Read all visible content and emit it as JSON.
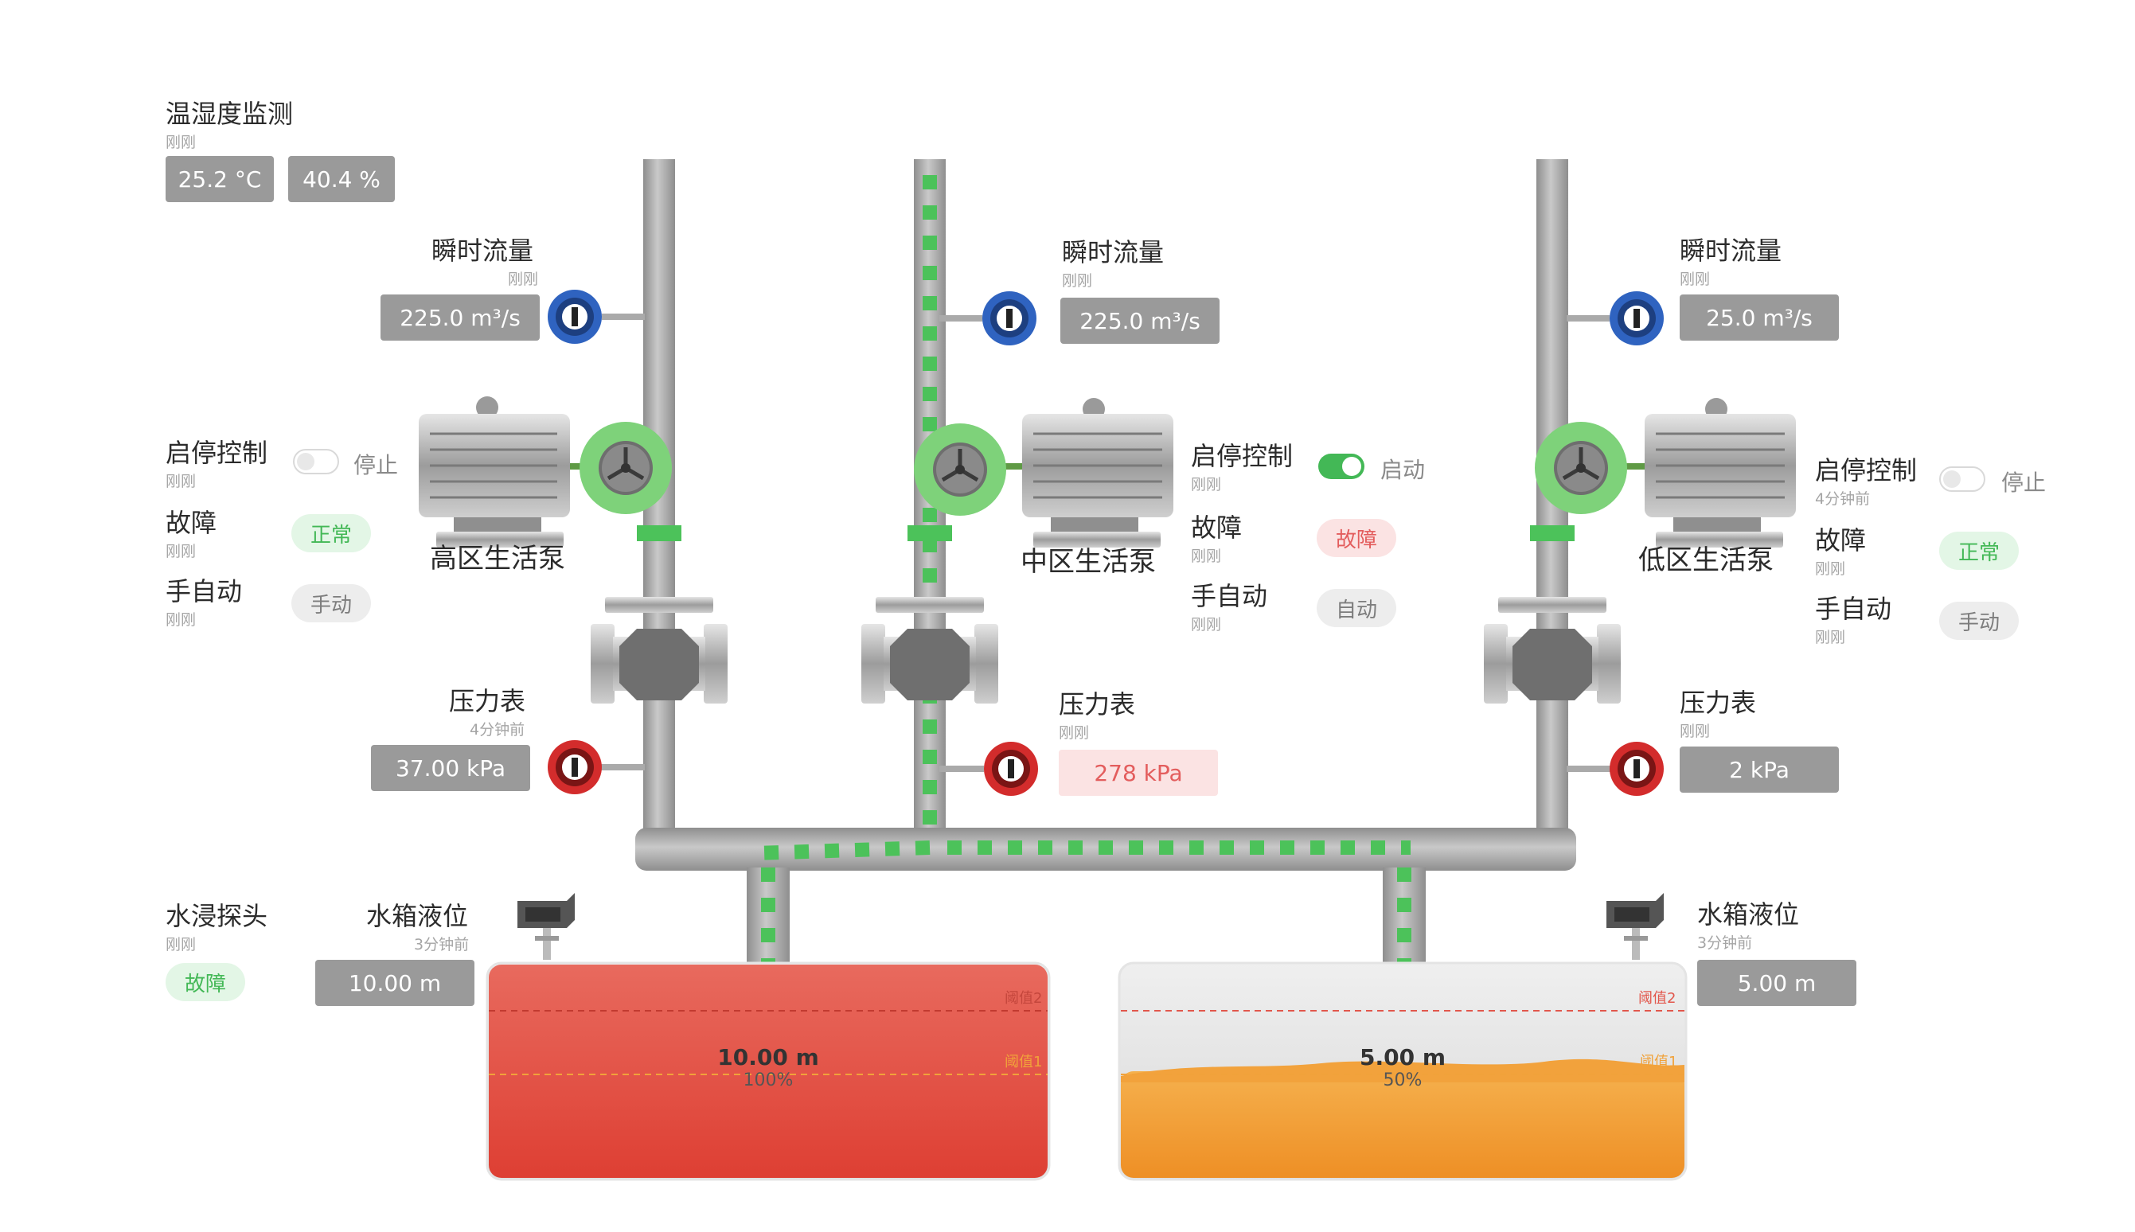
{
  "env": {
    "title": "温湿度监测",
    "time": "刚刚",
    "temperature": "25.2 °C",
    "humidity": "40.4 %"
  },
  "flow": [
    {
      "title": "瞬时流量",
      "time": "刚刚",
      "value": "225.0 m³/s"
    },
    {
      "title": "瞬时流量",
      "time": "刚刚",
      "value": "225.0 m³/s"
    },
    {
      "title": "瞬时流量",
      "time": "刚刚",
      "value": "25.0 m³/s"
    }
  ],
  "pumps": [
    {
      "name": "高区生活泵",
      "control_title": "启停控制",
      "control_time": "刚刚",
      "control_state": "停止",
      "running": false,
      "fault_title": "故障",
      "fault_time": "刚刚",
      "fault_value": "正常",
      "mode_title": "手自动",
      "mode_time": "刚刚",
      "mode_value": "手动"
    },
    {
      "name": "中区生活泵",
      "control_title": "启停控制",
      "control_time": "刚刚",
      "control_state": "启动",
      "running": true,
      "fault_title": "故障",
      "fault_time": "刚刚",
      "fault_value": "故障",
      "mode_title": "手自动",
      "mode_time": "刚刚",
      "mode_value": "自动"
    },
    {
      "name": "低区生活泵",
      "control_title": "启停控制",
      "control_time": "4分钟前",
      "control_state": "停止",
      "running": false,
      "fault_title": "故障",
      "fault_time": "刚刚",
      "fault_value": "正常",
      "mode_title": "手自动",
      "mode_time": "刚刚",
      "mode_value": "手动"
    }
  ],
  "pressure": [
    {
      "title": "压力表",
      "time": "4分钟前",
      "value": "37.00 kPa"
    },
    {
      "title": "压力表",
      "time": "刚刚",
      "value": "278 kPa"
    },
    {
      "title": "压力表",
      "time": "刚刚",
      "value": "2 kPa"
    }
  ],
  "flood": {
    "title": "水浸探头",
    "time": "刚刚",
    "value": "故障"
  },
  "tank_level": [
    {
      "title": "水箱液位",
      "time": "3分钟前",
      "value": "10.00 m"
    },
    {
      "title": "水箱液位",
      "time": "3分钟前",
      "value": "5.00 m"
    }
  ],
  "tanks": [
    {
      "value": "10.00 m",
      "percent": "100%",
      "level": 1.0,
      "threshold2": "阈值2",
      "threshold1": "阈值1",
      "fill_color": "#e0473b"
    },
    {
      "value": "5.00 m",
      "percent": "50%",
      "level": 0.5,
      "threshold2": "阈值2",
      "threshold1": "阈值1",
      "fill_color": "#f0a035"
    }
  ],
  "colors": {
    "pipe": "#a7a7a7",
    "flow": "#4cc25a",
    "pump": "#7ed27a",
    "flowmeter": "#2f63c0",
    "gauge": "#d32c2c"
  }
}
